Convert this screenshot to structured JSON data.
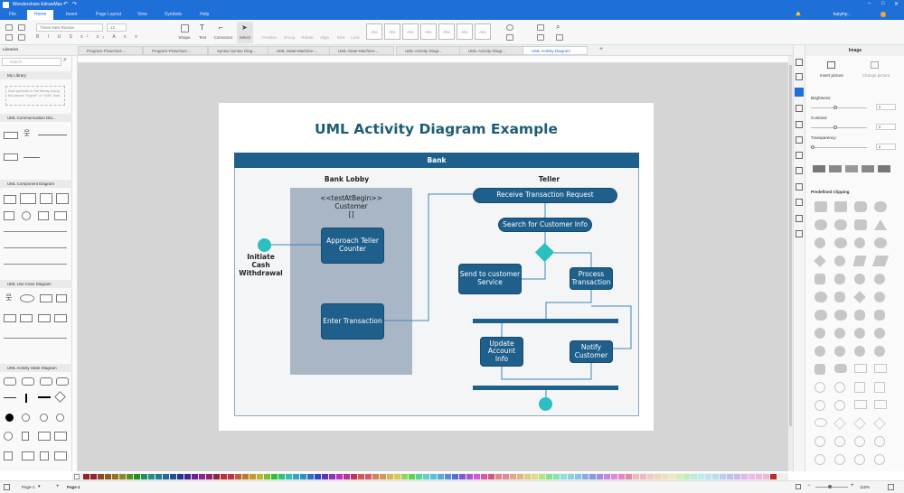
{
  "app": {
    "title": "Wondershare EdrawMax"
  },
  "menu": [
    "File",
    "Home",
    "Insert",
    "Page Layout",
    "View",
    "Symbols",
    "Help"
  ],
  "user": {
    "name": "kuiyiny..."
  },
  "toolbar": {
    "font": "Times New Roman",
    "font_size": "12",
    "shape": "Shape",
    "text": "Text",
    "connector": "Connector",
    "select": "Select",
    "position": "Position",
    "group": "Group",
    "rotate": "Rotate",
    "align": "Align",
    "size": "Size",
    "lock": "Lock",
    "style_sample": "Abc"
  },
  "tabs": [
    "Program-Flowchart-...",
    "Program-Flowchart-...",
    "Syntax Syntax Diag...",
    "UML-State-Machine-...",
    "UML-State-Machine-...",
    "UML-Activity-Diagr...",
    "UML-Activity-Diagr...",
    "UML Activity Diagram"
  ],
  "libraries": {
    "title": "Libraries",
    "search_placeholder": "search",
    "my_library": "My Library",
    "my_library_hint": "Add symbols to the library using the above \"Import\" or \"Add\" icon.",
    "sections": [
      "UML Communication Dia...",
      "UML Component Diagram",
      "UML Use Case Diagram",
      "UML Activity State Diagram"
    ]
  },
  "diagram": {
    "title": "UML Activity Diagram Example",
    "pool": "Bank",
    "lane_left": "Bank Lobby",
    "lane_right": "Teller",
    "stereotype_l1": "<<testAtBegin>>",
    "stereotype_l2": "Customer",
    "stereotype_l3": "[]",
    "start_l1": "Initiate",
    "start_l2": "Cash",
    "start_l3": "Withdrawal",
    "n_approach": "Approach Teller Counter",
    "n_enter": "Enter Transaction",
    "n_receive": "Receive Transaction Request",
    "n_search": "Search for Customer Info",
    "n_send": "Send to customer Service",
    "n_process": "Process Transaction",
    "n_update": "Update Account Info",
    "n_notify": "Notify Customer"
  },
  "right_panel": {
    "title": "Image",
    "insert": "Insert picture",
    "change": "Change picture",
    "brightness": "Brightness:",
    "contrast": "Contrast:",
    "transparency": "Transparency:",
    "val_b": "0",
    "val_c": "0",
    "val_t": "0",
    "clipping": "Predefined Clipping"
  },
  "status": {
    "page_sel": "Page-1",
    "page_tab": "Page-1",
    "zoom": "115%"
  },
  "colors": {
    "accent": "#1f6fd8",
    "node": "#1f5f8b",
    "teal": "#2bbfc0",
    "title": "#1d5d73",
    "lane": "#a9b6c6",
    "header": "#1f5f8b"
  }
}
